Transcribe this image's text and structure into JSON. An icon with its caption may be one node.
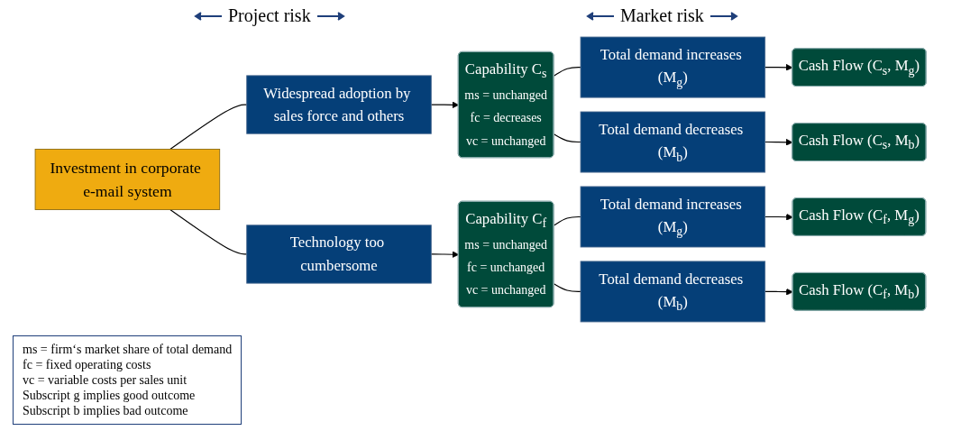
{
  "diagram": {
    "nodes": [
      {
        "text": [
          "Investment in corporate e-mail system"
        ]
      },
      {
        "text": [
          "Widespread adoption by sales force and others"
        ]
      },
      {
        "text": [
          "Technology too cumbersome"
        ]
      },
      {
        "text": [
          "Capability C$_{s}$",
          "ms = unchanged",
          "fc = decreases",
          "vc = unchanged"
        ]
      },
      {
        "text": [
          "Capability C$_{f}$",
          "ms = unchanged",
          "fc = unchanged",
          "vc = unchanged"
        ]
      },
      {
        "text": [
          "Total demand increases (M$_{g}$)"
        ]
      },
      {
        "text": [
          "Total demand decreases (M$_{b}$)"
        ]
      },
      {
        "text": [
          "Cash Flow (C$_{s}$, M$_{g}$)"
        ]
      },
      {
        "text": [
          "Cash Flow (C$_{s}$, M$_{b}$)"
        ]
      },
      {
        "text": [
          "Total demand increases (M$_{g}$)"
        ]
      },
      {
        "text": [
          "Total demand decreases (M$_{b}$)"
        ]
      },
      {
        "text": [
          "Cash Flow (C$_{f}$, M$_{g}$)"
        ]
      },
      {
        "text": [
          "Cash Flow (C$_{f}$, M$_{b}$)"
        ]
      }
    ],
    "edges": [
      {
        "from": 0,
        "to": 1,
        "arrow": "none"
      },
      {
        "from": 0,
        "to": 2,
        "arrow": "none"
      },
      {
        "from": 1,
        "to": 3,
        "arrow": "to"
      },
      {
        "from": 2,
        "to": 4,
        "arrow": "to"
      },
      {
        "from": 3,
        "to": 5,
        "arrow": "none"
      },
      {
        "from": 3,
        "to": 6,
        "arrow": "none"
      },
      {
        "from": 5,
        "to": 7,
        "arrow": "to"
      },
      {
        "from": 6,
        "to": 8,
        "arrow": "to"
      },
      {
        "from": 4,
        "to": 9,
        "arrow": "none"
      },
      {
        "from": 4,
        "to": 10,
        "arrow": "none"
      },
      {
        "from": 9,
        "to": 11,
        "arrow": "to"
      },
      {
        "from": 10,
        "to": 12,
        "arrow": "to"
      }
    ],
    "labels": [
      "Project risk",
      "Market risk",
      "ms = firm‘s market share of total demand",
      "fc = fixed operating costs",
      "vc = variable costs per sales unit",
      "Subscript g implies good outcome",
      "Subscript b implies bad outcome"
    ]
  }
}
